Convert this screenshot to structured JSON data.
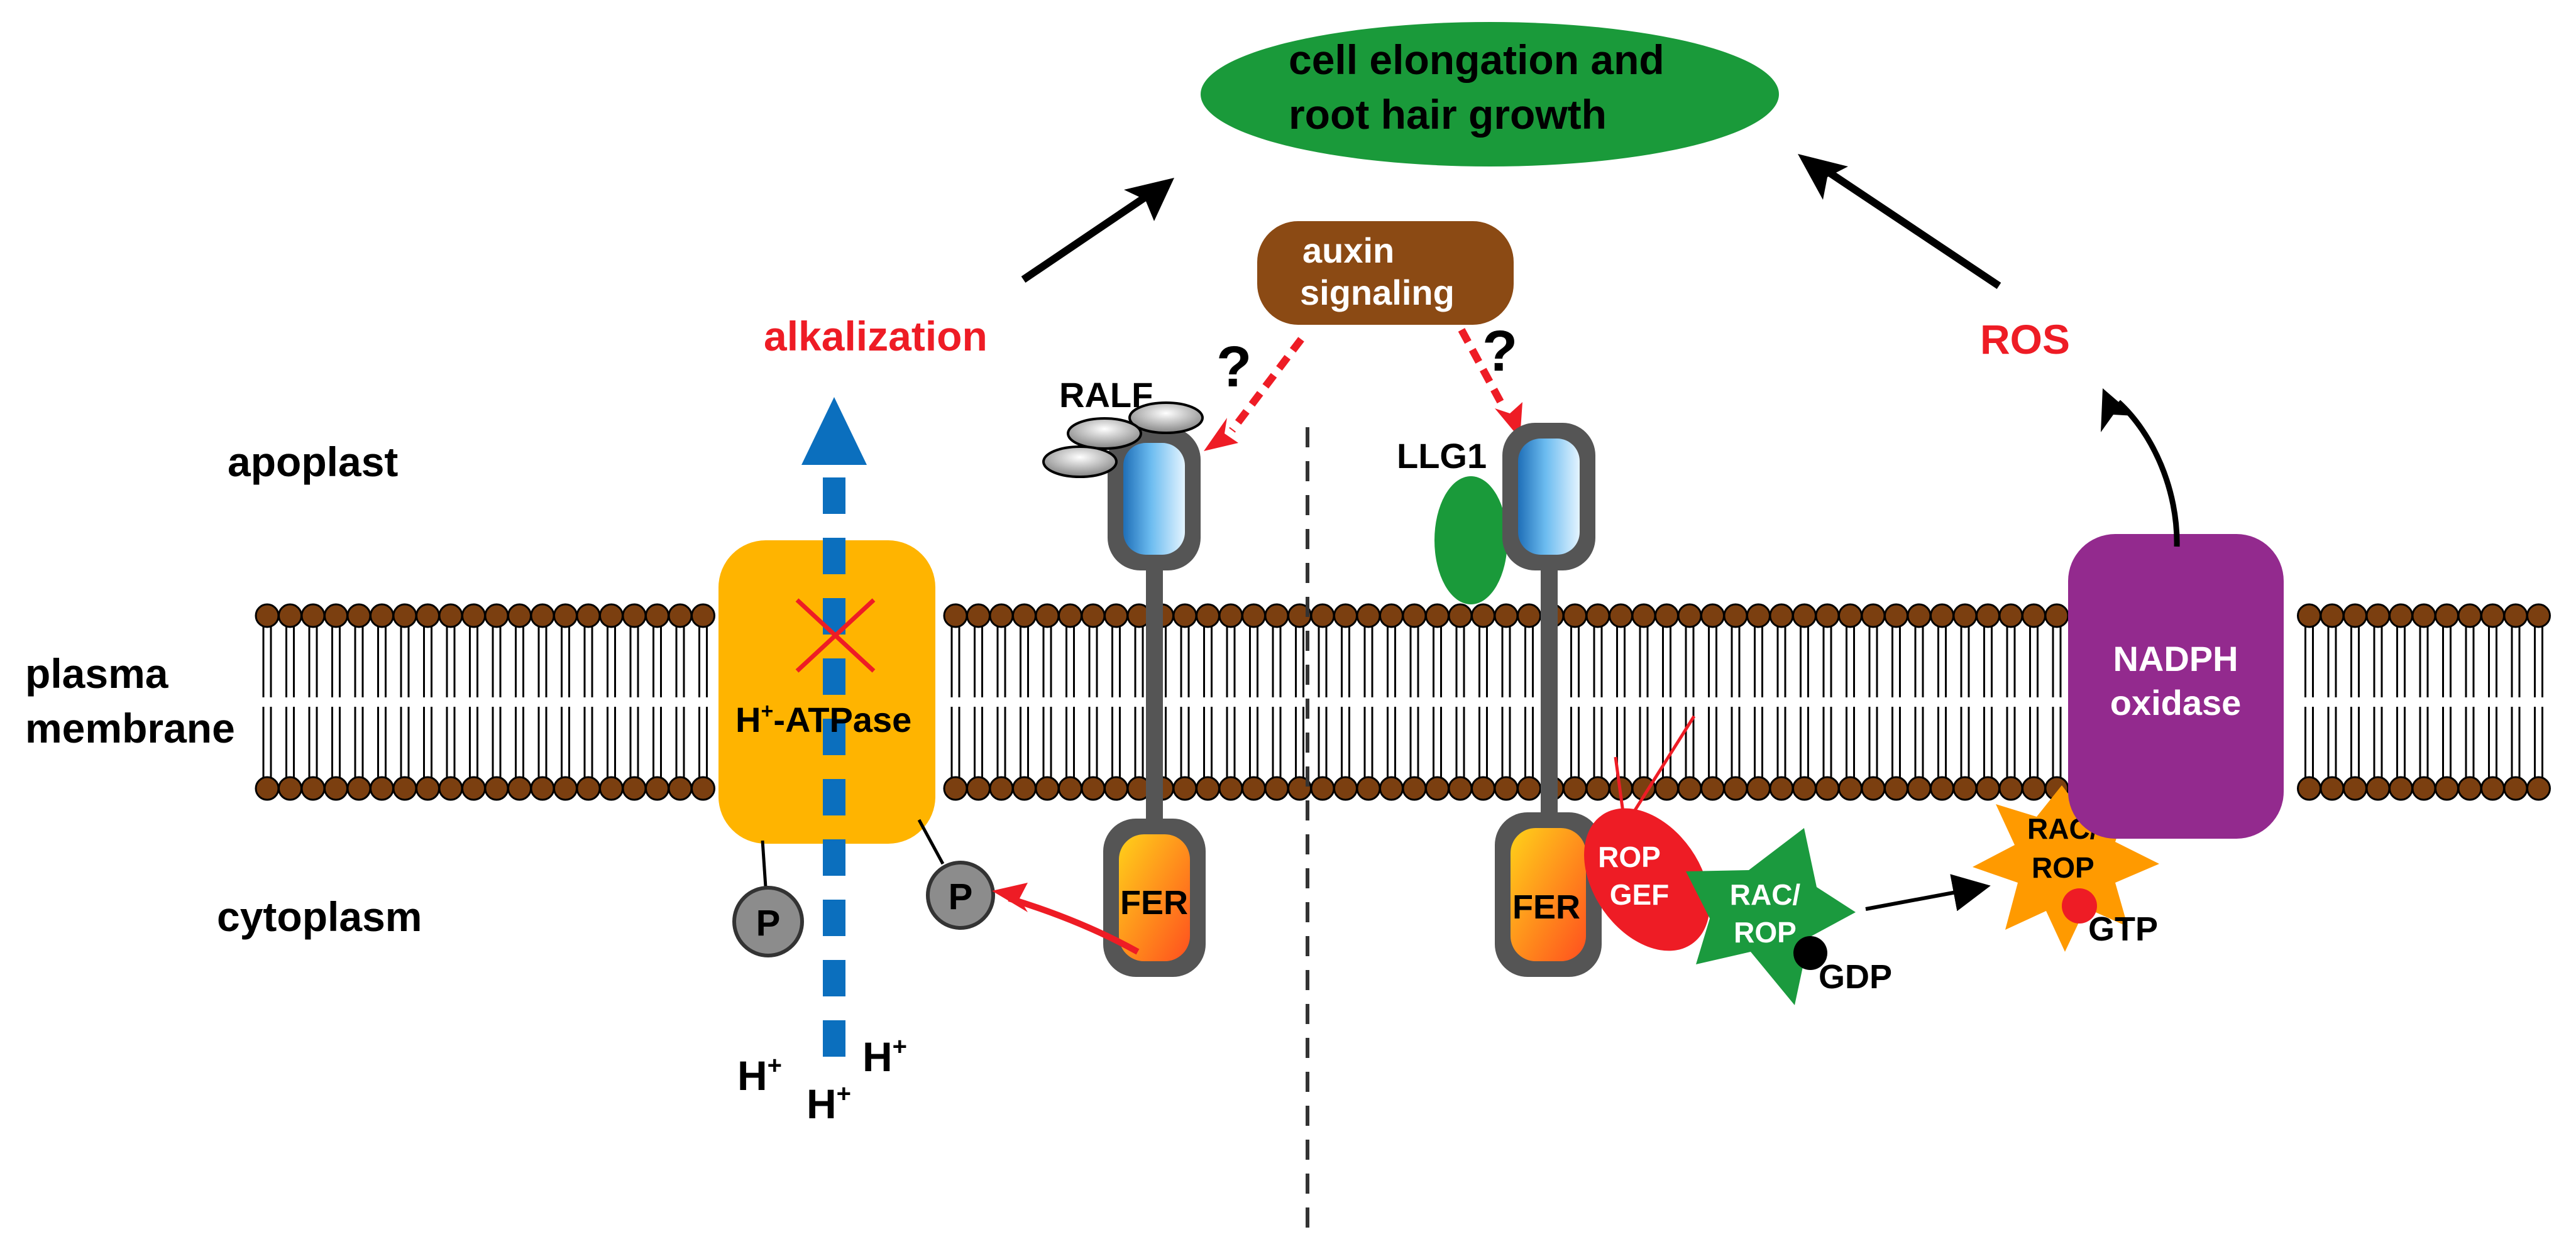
{
  "outcome": {
    "line1": "cell elongation and",
    "line2": "root hair growth"
  },
  "auxin": {
    "line1": "auxin",
    "line2": "signaling"
  },
  "question_mark": "?",
  "left_effect": "alkalization",
  "right_effect": "ROS",
  "compartments": {
    "apoplast": "apoplast",
    "membrane_line1": "plasma",
    "membrane_line2": "membrane",
    "cytoplasm": "cytoplasm"
  },
  "proteins": {
    "ralf": "RALF",
    "llg1": "LLG1",
    "atpase_h": "H",
    "atpase_sup": "+",
    "atpase_rest": "-ATPase",
    "phospho": "P",
    "fer": "FER",
    "ropgef_line1": "ROP",
    "ropgef_line2": "GEF",
    "racrop_line1": "RAC/",
    "racrop_line2": "ROP",
    "gdp": "GDP",
    "gtp": "GTP",
    "nadph_line1": "NADPH",
    "nadph_line2": "oxidase"
  },
  "proton": {
    "h": "H",
    "sup": "+"
  },
  "colors": {
    "outcome_green": "#1a9a3a",
    "auxin_brown": "#8b4a14",
    "red_text": "#ee1c25",
    "membrane_head": "#7b3f10",
    "atpase_orange": "#ffb400",
    "arrow_blue": "#0b6fbe",
    "receptor_blue": "#5aaee6",
    "fer_gradient_start": "#ffc20e",
    "fer_gradient_end": "#ff5a1e",
    "p_grey": "#8c8c8c",
    "rac_green": "#1b9a3e",
    "rac_orange": "#ff9a00",
    "nadph_purple": "#932a8e"
  }
}
